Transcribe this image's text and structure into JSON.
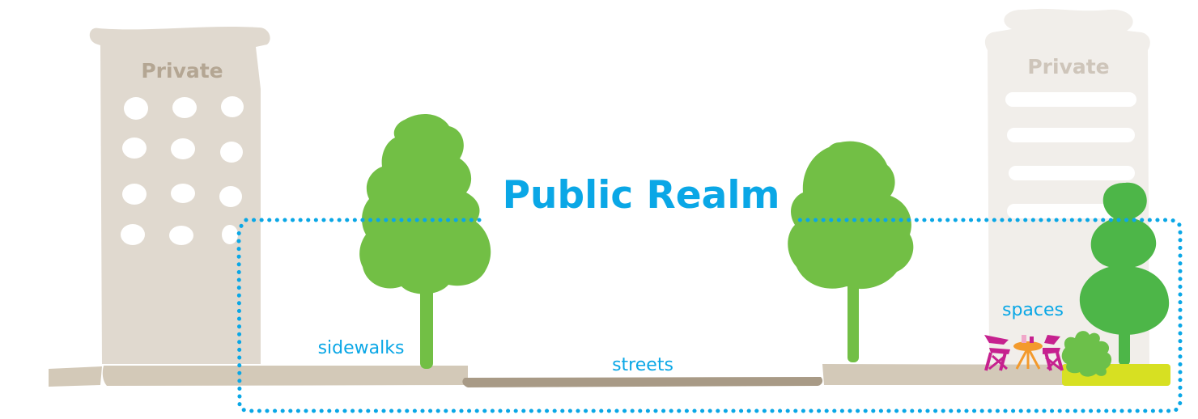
{
  "title": "Public Realm",
  "buildings": {
    "left_label": "Private",
    "right_label": "Private"
  },
  "labels": {
    "sidewalks": "sidewalks",
    "streets": "streets",
    "spaces": "spaces"
  },
  "colors": {
    "accent_blue": "#0aa7e6",
    "building_left": "#e0d9cf",
    "building_right": "#f1eeea",
    "building_text_left": "#b4a693",
    "building_text_right": "#cec5ba",
    "ground": "#d3c9b8",
    "street": "#a89a86",
    "tree_green": "#72bf45",
    "topiary_green": "#4db648",
    "shrub_green": "#6cc04a",
    "planter_yellow": "#d7e022",
    "chair_magenta": "#c6218f",
    "table_orange": "#f39a2c"
  }
}
